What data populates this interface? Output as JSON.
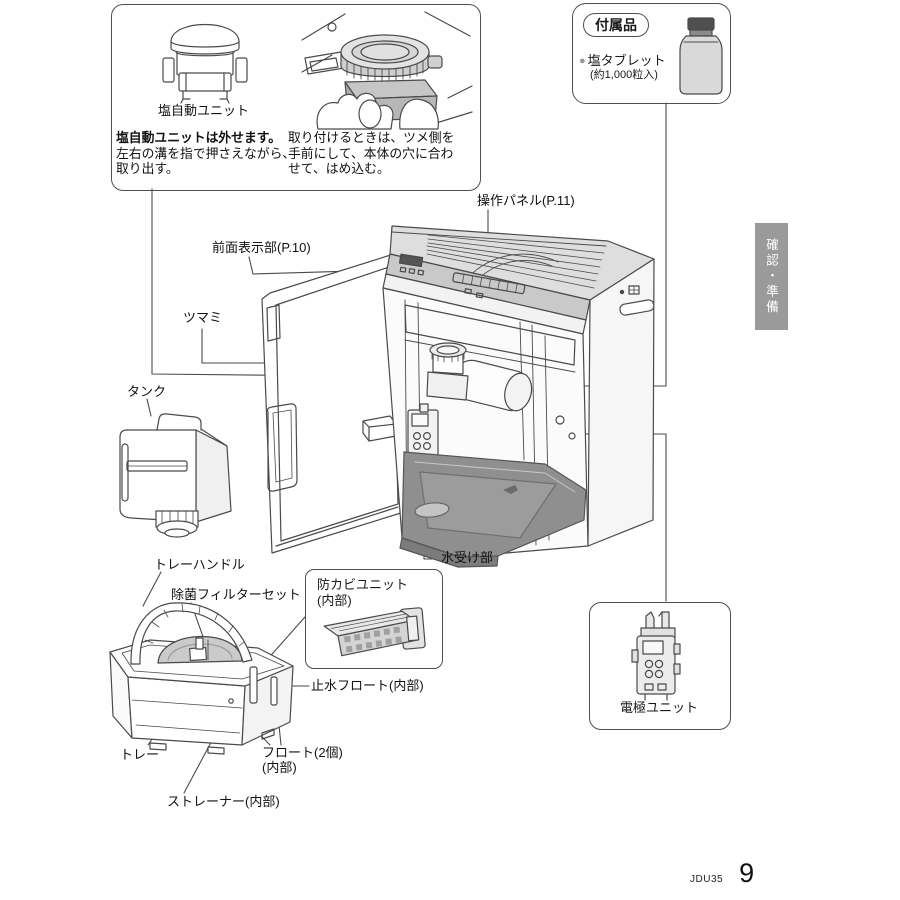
{
  "box1": {
    "unit_label": "塩自動ユニット",
    "left_text": [
      "塩自動ユニットは外せます。",
      "左右の溝を指で押さえながら、",
      "取り出す。"
    ],
    "right_text": [
      "取り付けるときは、ツメ側を",
      "手前にして、本体の穴に合わ",
      "せて、はめ込む。"
    ]
  },
  "accessories": {
    "title": "付属品",
    "bullet": "●",
    "item": "塩タブレット",
    "note": "(約1,000粒入)"
  },
  "side_tab": {
    "label": "確認・準備"
  },
  "main_labels": {
    "panel": "操作パネル(P.11)",
    "display": "前面表示部(P.10)",
    "knob": "ツマミ",
    "tank": "タンク",
    "water_tray": "水受け部"
  },
  "tray_labels": {
    "handle": "トレーハンドル",
    "filter_set": "除菌フィルターセット",
    "anti_mold_line1": "防カビユニット",
    "anti_mold_line2": "(内部)",
    "stop_float": "止水フロート(内部)",
    "tray": "トレー",
    "float_line1": "フロート(2個)",
    "float_line2": "(内部)",
    "strainer": "ストレーナー(内部)"
  },
  "electrode": {
    "label": "電極ユニット"
  },
  "footer": {
    "model_code": "JDU35",
    "page_number": "9"
  },
  "colors": {
    "line": "#4a4a4a",
    "deck_gray": "#dedede",
    "panel_strip": "#c9c9c9",
    "basin_gray": "#8f8f8f",
    "tab_bg": "#9a9a9a"
  }
}
